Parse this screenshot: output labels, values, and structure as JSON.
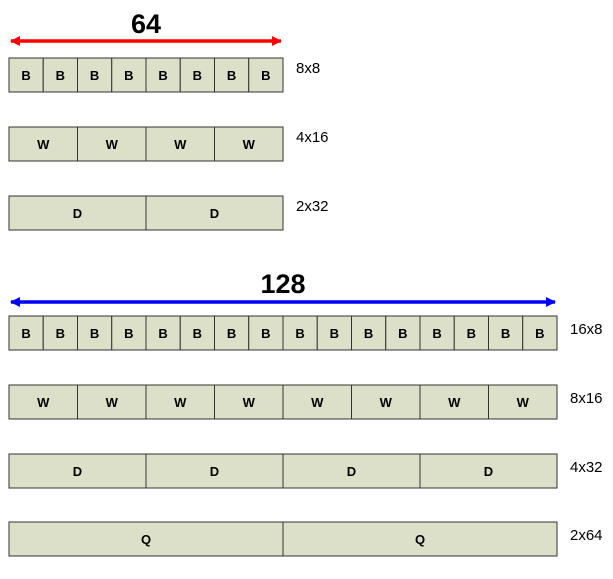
{
  "colors": {
    "cell_fill": "#dde0c8",
    "cell_stroke": "#333333",
    "arrow_64": "#ff0000",
    "arrow_128": "#0000ff"
  },
  "sections": [
    {
      "width_label": "64",
      "arrow_color": "#ff0000",
      "rows": [
        {
          "count": 8,
          "cell_label": "B",
          "side_label": "8x8"
        },
        {
          "count": 4,
          "cell_label": "W",
          "side_label": "4x16"
        },
        {
          "count": 2,
          "cell_label": "D",
          "side_label": "2x32"
        }
      ]
    },
    {
      "width_label": "128",
      "arrow_color": "#0000ff",
      "rows": [
        {
          "count": 16,
          "cell_label": "B",
          "side_label": "16x8"
        },
        {
          "count": 8,
          "cell_label": "W",
          "side_label": "8x16"
        },
        {
          "count": 4,
          "cell_label": "D",
          "side_label": "4x32"
        },
        {
          "count": 2,
          "cell_label": "Q",
          "side_label": "2x64"
        }
      ]
    }
  ]
}
